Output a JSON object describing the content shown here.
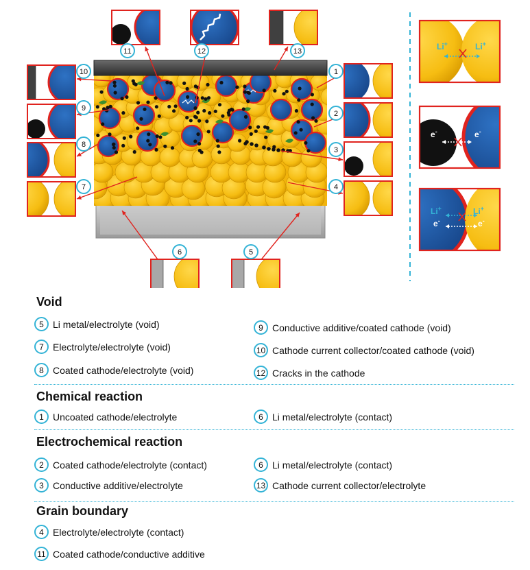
{
  "diagram": {
    "ion_label": "Li",
    "ion_charge": "+",
    "electron_label": "e",
    "electron_charge": "-",
    "colors": {
      "cathode_blue": "#1f5aa8",
      "electrolyte_yellow": "#f6bd12",
      "additive_black": "#111111",
      "coating_red": "#e0231e",
      "current_collector": "#404040",
      "li_metal": "#a8a8a8",
      "binder_green": "#3d8f2f",
      "badge_blue": "#33b3d6"
    }
  },
  "callouts": [
    {
      "num": "1"
    },
    {
      "num": "2"
    },
    {
      "num": "3"
    },
    {
      "num": "4"
    },
    {
      "num": "5"
    },
    {
      "num": "6"
    },
    {
      "num": "7"
    },
    {
      "num": "8"
    },
    {
      "num": "9"
    },
    {
      "num": "10"
    },
    {
      "num": "11"
    },
    {
      "num": "12"
    },
    {
      "num": "13"
    }
  ],
  "legend": {
    "sections": [
      {
        "title": "Void",
        "items": [
          {
            "num": "5",
            "text": "Li metal/electrolyte (void)"
          },
          {
            "num": "9",
            "text": "Conductive additive/coated cathode (void)"
          },
          {
            "num": "7",
            "text": "Electrolyte/electrolyte (void)"
          },
          {
            "num": "10",
            "text": "Cathode current collector/coated cathode (void)"
          },
          {
            "num": "8",
            "text": "Coated cathode/electrolyte (void)"
          },
          {
            "num": "12",
            "text": "Cracks in the cathode"
          }
        ]
      },
      {
        "title": "Chemical reaction",
        "items": [
          {
            "num": "1",
            "text": "Uncoated cathode/electrolyte"
          },
          {
            "num": "6",
            "text": "Li metal/electrolyte (contact)"
          }
        ]
      },
      {
        "title": "Electrochemical reaction",
        "items": [
          {
            "num": "2",
            "text": "Coated cathode/electrolyte (contact)"
          },
          {
            "num": "6",
            "text": "Li metal/electrolyte (contact)"
          },
          {
            "num": "3",
            "text": "Conductive additive/electrolyte"
          },
          {
            "num": "13",
            "text": "Cathode current collector/electrolyte"
          }
        ]
      },
      {
        "title": "Grain boundary",
        "items": [
          {
            "num": "4",
            "text": "Electrolyte/electrolyte (contact)"
          },
          {
            "num": "11",
            "text": "Coated cathode/conductive additive"
          }
        ]
      }
    ]
  }
}
